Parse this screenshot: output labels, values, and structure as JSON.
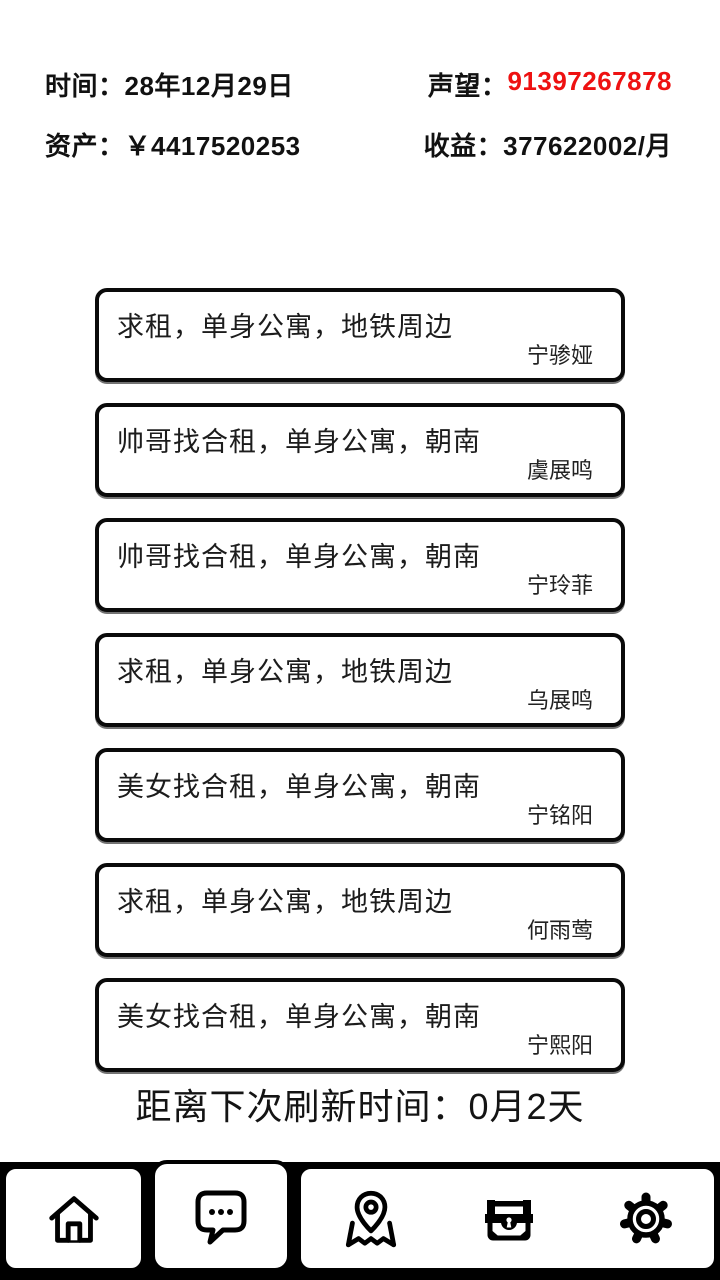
{
  "header": {
    "time_label": "时间：",
    "time_value": "28年12月29日",
    "fame_label": "声望：",
    "fame_value": "91397267878",
    "fame_color": "#ee1111",
    "assets_label": "资产：",
    "assets_value": "￥4417520253",
    "income_label": "收益：",
    "income_value": "377622002/月"
  },
  "listings": [
    {
      "title": "求租，单身公寓，地铁周边",
      "name": "宁骖娅"
    },
    {
      "title": "帅哥找合租，单身公寓，朝南",
      "name": "虞展鸣"
    },
    {
      "title": "帅哥找合租，单身公寓，朝南",
      "name": "宁玲菲"
    },
    {
      "title": "求租，单身公寓，地铁周边",
      "name": "乌展鸣"
    },
    {
      "title": "美女找合租，单身公寓，朝南",
      "name": "宁铭阳"
    },
    {
      "title": "求租，单身公寓，地铁周边",
      "name": "何雨莺"
    },
    {
      "title": "美女找合租，单身公寓，朝南",
      "name": "宁熙阳"
    }
  ],
  "refresh": {
    "text": "距离下次刷新时间：0月2天"
  },
  "nav": {
    "icons": [
      "home-icon",
      "chat-icon",
      "map-icon",
      "chest-icon",
      "gear-icon"
    ]
  }
}
